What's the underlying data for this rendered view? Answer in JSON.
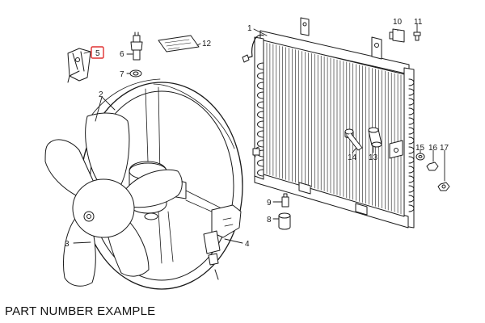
{
  "caption": "PART NUMBER EXAMPLE",
  "highlight_color": "#e03030",
  "line_color": "#1a1a1a",
  "callouts": [
    {
      "id": "c1",
      "label": "1"
    },
    {
      "id": "c2",
      "label": "2"
    },
    {
      "id": "c3",
      "label": "3"
    },
    {
      "id": "c4",
      "label": "4"
    },
    {
      "id": "c5",
      "label": "5",
      "highlighted": true
    },
    {
      "id": "c6",
      "label": "6"
    },
    {
      "id": "c7",
      "label": "7"
    },
    {
      "id": "c8",
      "label": "8"
    },
    {
      "id": "c9",
      "label": "9"
    },
    {
      "id": "c10",
      "label": "10"
    },
    {
      "id": "c11",
      "label": "11"
    },
    {
      "id": "c12",
      "label": "12"
    },
    {
      "id": "c13",
      "label": "13"
    },
    {
      "id": "c14",
      "label": "14"
    },
    {
      "id": "c15",
      "label": "15"
    },
    {
      "id": "c16",
      "label": "16"
    },
    {
      "id": "c17",
      "label": "17"
    }
  ]
}
